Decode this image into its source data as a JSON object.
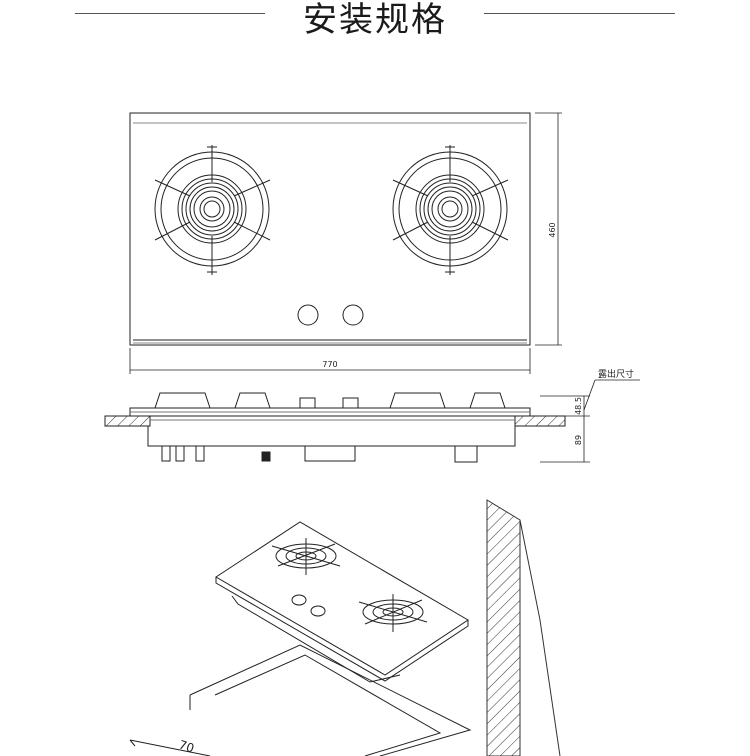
{
  "title": "安装规格",
  "dimensions": {
    "width": "770",
    "depth": "460",
    "exposed_label": "露出尺寸",
    "exposed_height": "48.5",
    "below_height": "89",
    "perspective_partial": "70"
  }
}
